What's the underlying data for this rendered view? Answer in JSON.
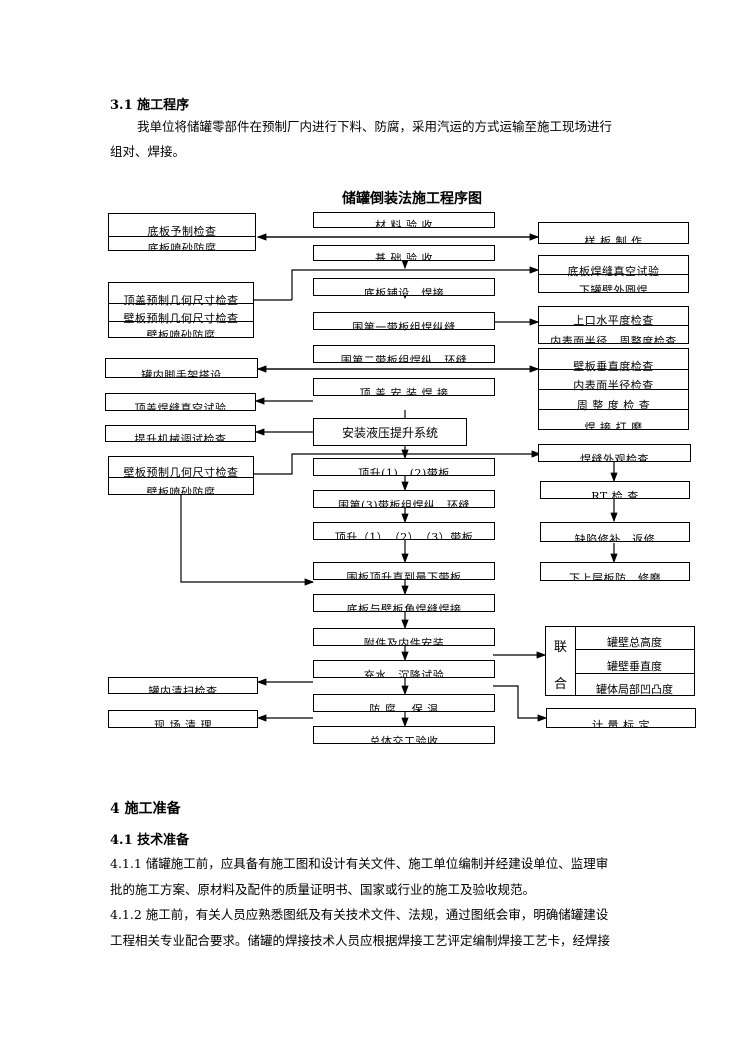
{
  "section_3_1": {
    "heading": "3.1 施工程序",
    "para_line1": "我单位将储罐零部件在预制厂内进行下料、防腐，采用汽运的方式运输至施工现场进行",
    "para_line2": "组对、焊接。"
  },
  "chart": {
    "title": "储罐倒装法施工程序图",
    "center": [
      "材 料 验 收",
      "基 础 验 收",
      "底板铺设、焊接",
      "围第一带板组焊纵缝",
      "围第二带板组焊纵、环缝",
      "顶 盖 安 装 焊 接",
      "顶升(1)、(2)带板",
      "围第(3)带板组焊纵、环缝",
      "顶升（1）、（2）、（3）带板",
      "围板顶升直到最下带板",
      "底板与壁板角焊缝焊接",
      "附件及内件安装",
      "充水、沉降试验",
      "防 腐 、保 温",
      "总体交工验收"
    ],
    "hydraulic": "安装液压提升系统",
    "left": [
      [
        "底板予制检查",
        "底板喷砂防腐"
      ],
      [
        "顶盖预制几何尺寸检查",
        "壁板预制几何尺寸检查",
        "壁板喷砂防腐"
      ],
      [
        "罐内脚手架搭设"
      ],
      [
        "顶盖焊缝真空试验"
      ],
      [
        "提升机械调试检查"
      ],
      [
        "壁板预制几何尺寸检查",
        "壁板喷砂防腐"
      ],
      [
        "罐内清扫检查"
      ],
      [
        "现 场 清 理"
      ]
    ],
    "right": [
      "样 板 制 作",
      "底板焊缝真空试验",
      "下罐壁外圆焊",
      "上口水平度检查",
      "内表面半径、周整度检查",
      "壁板垂直度检查",
      "内表面半径检查",
      "周 整 度 检 查",
      "焊 接 打 磨",
      "焊缝外观检查",
      "RT 检 查",
      "缺陷修补、返修",
      "下上层板防、修磨"
    ],
    "joint": {
      "label_top": "联",
      "label_bottom": "合",
      "items": [
        "罐壁总高度",
        "罐壁垂直度",
        "罐体局部凹凸度"
      ]
    },
    "measure": "计 量 标 定"
  },
  "section_4": {
    "heading": "4 施工准备",
    "sub_heading": "4.1 技术准备",
    "p1_line1": "4.1.1 储罐施工前，应具备有施工图和设计有关文件、施工单位编制并经建设单位、监理审",
    "p1_line2": "批的施工方案、原材料及配件的质量证明书、国家或行业的施工及验收规范。",
    "p2_line1": "4.1.2 施工前，有关人员应熟悉图纸及有关技术文件、法规，通过图纸会审，明确储罐建设",
    "p2_line2": "工程相关专业配合要求。储罐的焊接技术人员应根据焊接工艺评定编制焊接工艺卡，经焊接"
  }
}
